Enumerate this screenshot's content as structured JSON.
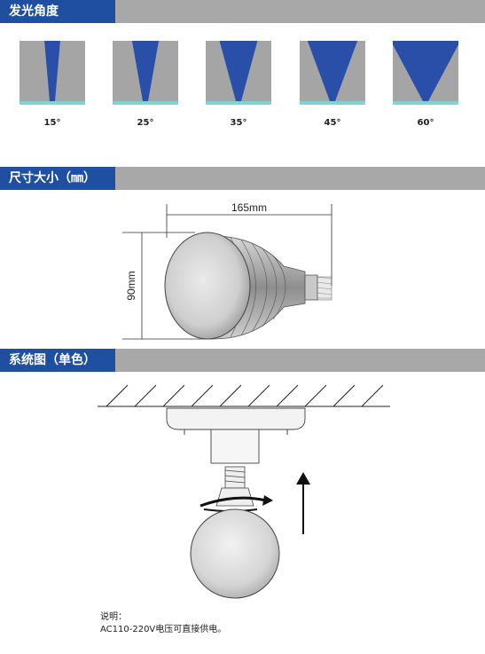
{
  "sections": {
    "angle_title": "发光角度",
    "size_title": "尺寸大小（㎜）",
    "system_title": "系统图（单色）"
  },
  "beams": [
    {
      "label": "15°",
      "angle": 15
    },
    {
      "label": "25°",
      "angle": 25
    },
    {
      "label": "35°",
      "angle": 35
    },
    {
      "label": "45°",
      "angle": 45
    },
    {
      "label": "60°",
      "angle": 60
    }
  ],
  "dimensions": {
    "width_label": "165mm",
    "height_label": "90mm"
  },
  "notes": {
    "title": "说明：",
    "text": "AC110-220V电压可直接供电。"
  },
  "colors": {
    "header_blue": "#1f4fa0",
    "header_gray": "#a8a8a8",
    "beam_blue": "#2a4fa8",
    "beam_bg": "#a5a5a5",
    "beam_base": "#7fd3d3"
  }
}
